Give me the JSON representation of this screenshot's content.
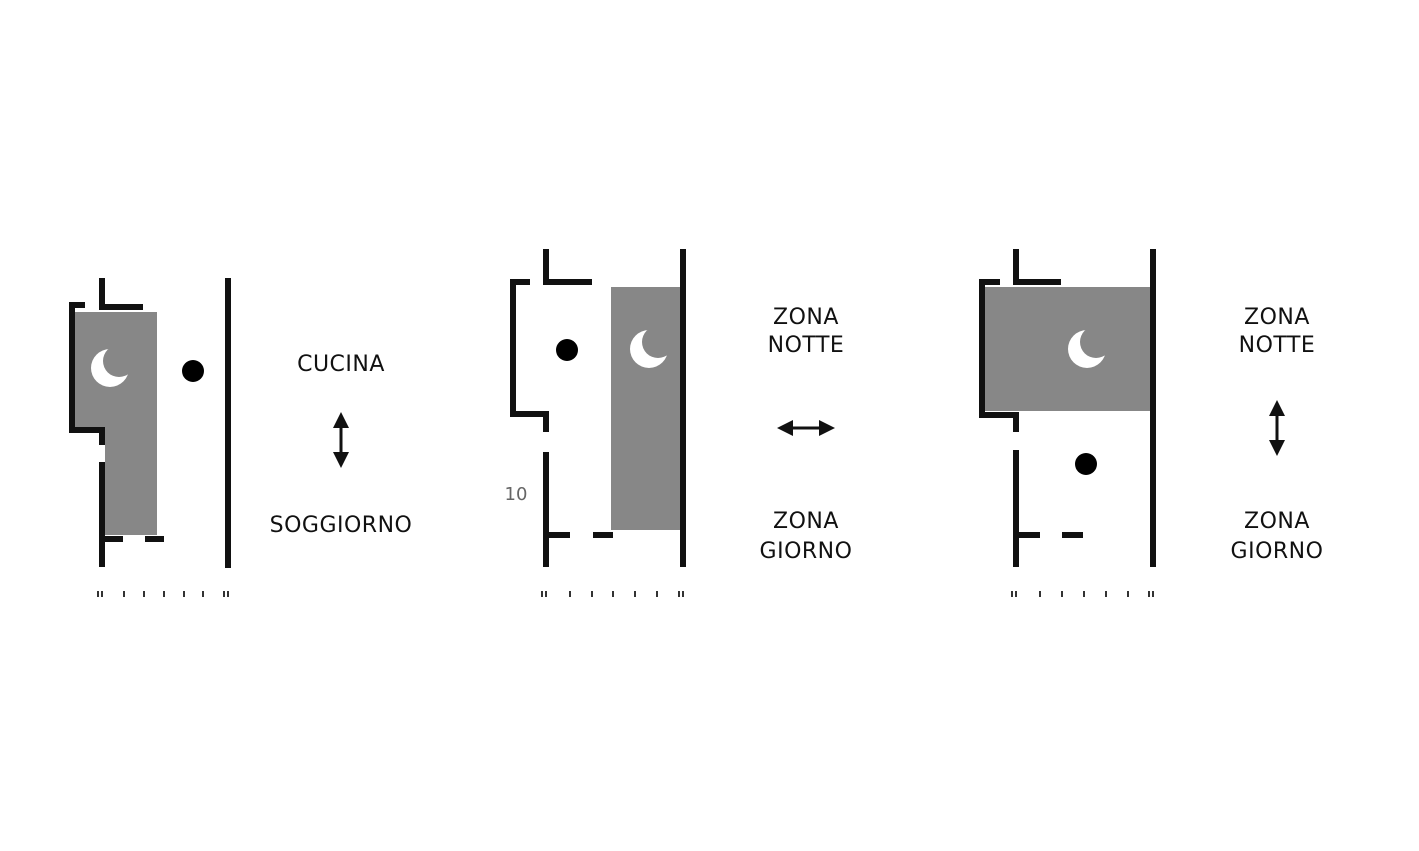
{
  "panels": [
    {
      "top_label": "CUCINA",
      "bottom_label": "SOGGIORNO",
      "arrow": "vertical-double-arrow"
    },
    {
      "top_label": [
        "ZONA",
        "NOTTE"
      ],
      "bottom_label": [
        "ZONA",
        "GIORNO"
      ],
      "arrow": "horizontal-double-arrow",
      "side_mark": "10"
    },
    {
      "top_label": [
        "ZONA",
        "NOTTE"
      ],
      "bottom_label": [
        "ZONA",
        "GIORNO"
      ],
      "arrow": "vertical-double-arrow"
    }
  ],
  "colors": {
    "wall": "#111111",
    "night_zone": "#878787",
    "background": "#ffffff"
  }
}
